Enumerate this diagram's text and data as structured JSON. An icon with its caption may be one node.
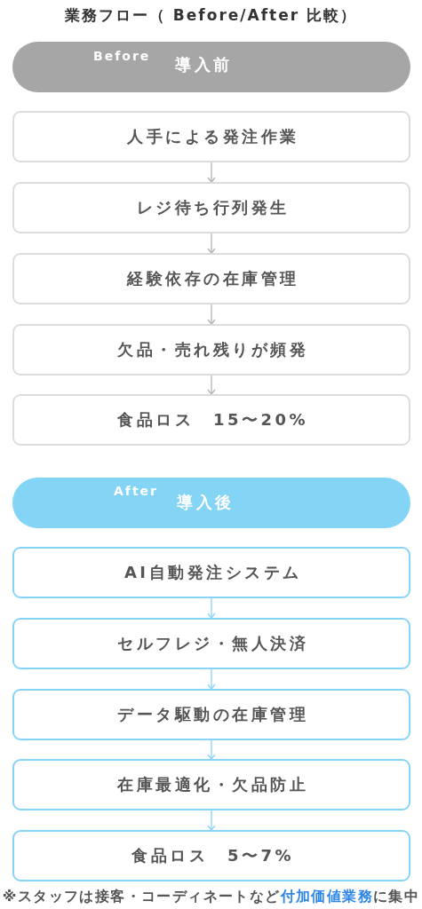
{
  "diagram": {
    "title": "業務フロー（ Before/After 比較）",
    "nodes": [
      {
        "text": [
          "Before",
          "導入前"
        ]
      },
      {
        "text": [
          "人手による発注作業"
        ]
      },
      {
        "text": [
          "レジ待ち行列発生"
        ]
      },
      {
        "text": [
          "経験依存の在庫管理"
        ]
      },
      {
        "text": [
          "欠品・売れ残りが頻発"
        ]
      },
      {
        "text": [
          "食品ロス　15〜20%"
        ]
      },
      {
        "text": [
          "After",
          "導入後"
        ]
      },
      {
        "text": [
          "AI自動発注システム"
        ]
      },
      {
        "text": [
          "セルフレジ・無人決済"
        ]
      },
      {
        "text": [
          "データ駆動の在庫管理"
        ]
      },
      {
        "text": [
          "在庫最適化・欠品防止"
        ]
      },
      {
        "text": [
          "食品ロス　5〜7%"
        ]
      }
    ],
    "edges": [
      {
        "from": 1,
        "to": 2,
        "arrow": "to"
      },
      {
        "from": 2,
        "to": 3,
        "arrow": "to"
      },
      {
        "from": 3,
        "to": 4,
        "arrow": "to"
      },
      {
        "from": 4,
        "to": 5,
        "arrow": "to"
      },
      {
        "from": 7,
        "to": 8,
        "arrow": "to",
        "color": "#86d4f7"
      },
      {
        "from": 8,
        "to": 9,
        "arrow": "to",
        "color": "#86d4f7"
      },
      {
        "from": 9,
        "to": 10,
        "arrow": "to",
        "color": "#86d4f7"
      },
      {
        "from": 10,
        "to": 11,
        "arrow": "to",
        "color": "#86d4f7"
      }
    ],
    "labels": [
      "※スタッフは接客・コーディネートなど**付加価値業務**に集中"
    ]
  }
}
